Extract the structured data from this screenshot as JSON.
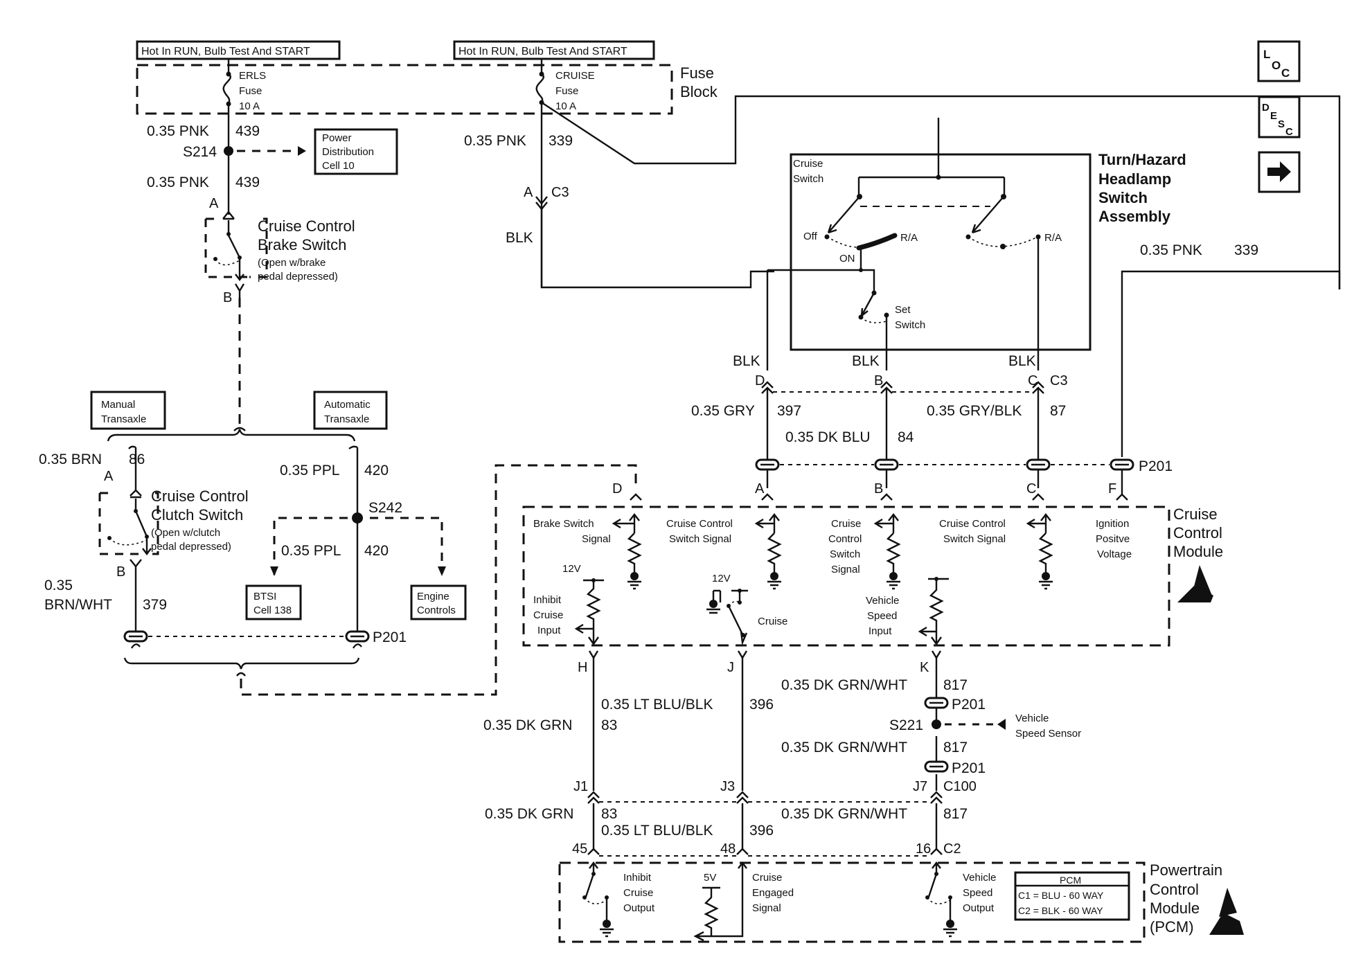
{
  "header": {
    "hot_label_left": "Hot In RUN, Bulb Test And START",
    "hot_label_right": "Hot In RUN, Bulb Test And START"
  },
  "nav_buttons": [
    {
      "name": "loc",
      "label_main": "L",
      "label_sub1": "O",
      "label_sub2": "C"
    },
    {
      "name": "desc",
      "label_main": "D",
      "label_sub1": "E",
      "label_sub2": "S",
      "label_sub3": "C"
    },
    {
      "name": "next",
      "icon": "right-arrow-icon"
    }
  ],
  "fuse_block": {
    "title_line1": "Fuse",
    "title_line2": "Block",
    "erls_fuse": {
      "line1": "ERLS",
      "line2": "Fuse",
      "line3": "10 A"
    },
    "cruise_fuse": {
      "line1": "CRUISE",
      "line2": "Fuse",
      "line3": "10 A"
    }
  },
  "left_branch": {
    "wire1": {
      "gauge_color": "0.35 PNK",
      "circuit": "439"
    },
    "splice": "S214",
    "power_dist": {
      "line1": "Power",
      "line2": "Distribution",
      "line3": "Cell 10"
    },
    "wire2": {
      "gauge_color": "0.35 PNK",
      "circuit": "439"
    },
    "pin_a": "A",
    "pin_b": "B",
    "brake_switch": {
      "line1": "Cruise Control",
      "line2": "Brake Switch",
      "line3": "(Open w/brake",
      "line4": "pedal depressed)"
    },
    "manual_transaxle": {
      "line1": "Manual",
      "line2": "Transaxle"
    },
    "automatic_transaxle": {
      "line1": "Automatic",
      "line2": "Transaxle"
    },
    "brn_wire": {
      "gauge_color": "0.35 BRN",
      "circuit": "86"
    },
    "clutch_pin_a": "A",
    "clutch_pin_b": "B",
    "clutch_switch": {
      "line1": "Cruise Control",
      "line2": "Clutch Switch",
      "line3": "(Open w/clutch",
      "line4": "pedal depressed)"
    },
    "brnwht_wire": {
      "gauge": "0.35",
      "color": "BRN/WHT",
      "circuit": "379"
    },
    "ppl_wire1": {
      "gauge_color": "0.35 PPL",
      "circuit": "420"
    },
    "splice_s242": "S242",
    "ppl_wire2": {
      "gauge_color": "0.35 PPL",
      "circuit": "420"
    },
    "btsi": {
      "line1": "BTSI",
      "line2": "Cell 138"
    },
    "engine_controls": {
      "line1": "Engine",
      "line2": "Controls"
    },
    "p201": "P201"
  },
  "middle_branch": {
    "wire": {
      "gauge_color": "0.35 PNK",
      "circuit": "339"
    },
    "pin_a": "A",
    "connector": "C3",
    "blk": "BLK"
  },
  "switch_assembly": {
    "title_line1": "Turn/Hazard",
    "title_line2": "Headlamp",
    "title_line3": "Switch",
    "title_line4": "Assembly",
    "cruise_switch_line1": "Cruise",
    "cruise_switch_line2": "Switch",
    "off": "Off",
    "on": "ON",
    "ra_left": "R/A",
    "ra_right": "R/A",
    "set_line1": "Set",
    "set_line2": "Switch",
    "pnk_wire": {
      "gauge_color": "0.35 PNK",
      "circuit": "339"
    }
  },
  "c3_connectors": {
    "blk_d": "BLK",
    "pin_d": "D",
    "blk_b": "BLK",
    "pin_b": "B",
    "blk_c": "BLK",
    "pin_c": "C",
    "connector": "C3"
  },
  "p201_wires": {
    "gry": {
      "gauge_color": "0.35 GRY",
      "circuit": "397"
    },
    "dkblu": {
      "gauge_color": "0.35 DK BLU",
      "circuit": "84"
    },
    "gryblk": {
      "gauge_color": "0.35 GRY/BLK",
      "circuit": "87"
    },
    "p201": "P201",
    "pins": [
      "D",
      "A",
      "B",
      "C",
      "F"
    ]
  },
  "cruise_module": {
    "title_line1": "Cruise",
    "title_line2": "Control",
    "title_line3": "Module",
    "brake_signal": {
      "line1": "Brake Switch",
      "line2": "Signal"
    },
    "cc_switch_signal_1": {
      "line1": "Cruise Control",
      "line2": "Switch Signal"
    },
    "cc_switch_signal_2": {
      "line1": "Cruise",
      "line2": "Control",
      "line3": "Switch",
      "line4": "Signal"
    },
    "cc_switch_signal_3": {
      "line1": "Cruise Control",
      "line2": "Switch Signal"
    },
    "ignition": {
      "line1": "Ignition",
      "line2": "Positve",
      "line3": "Voltage"
    },
    "v12_left": "12V",
    "v12_mid": "12V",
    "inhibit_input": {
      "line1": "Inhibit",
      "line2": "Cruise",
      "line3": "Input"
    },
    "cruise": "Cruise",
    "vss_input": {
      "line1": "Vehicle",
      "line2": "Speed",
      "line3": "Input"
    },
    "pins_bottom": [
      "H",
      "J",
      "K"
    ]
  },
  "lower_wires": {
    "dkgrnwht_1": {
      "gauge_color": "0.35 DK GRN/WHT",
      "circuit": "817"
    },
    "p201_a": "P201",
    "ltblublk_1": {
      "gauge_color": "0.35 LT BLU/BLK",
      "circuit": "396"
    },
    "dkgrn_1": {
      "gauge_color": "0.35 DK GRN",
      "circuit": "83"
    },
    "splice_s221": "S221",
    "vss": {
      "line1": "Vehicle",
      "line2": "Speed Sensor"
    },
    "dkgrnwht_2": {
      "gauge_color": "0.35 DK GRN/WHT",
      "circuit": "817"
    },
    "p201_b": "P201",
    "c100_pins": [
      "J1",
      "J3",
      "J7"
    ],
    "c100": "C100",
    "dkgrn_2": {
      "gauge_color": "0.35 DK GRN",
      "circuit": "83"
    },
    "ltblublk_2": {
      "gauge_color": "0.35 LT BLU/BLK",
      "circuit": "396"
    },
    "dkgrnwht_3": {
      "gauge_color": "0.35 DK GRN/WHT",
      "circuit": "817"
    },
    "c2_pins": [
      "45",
      "48",
      "16"
    ],
    "c2": "C2"
  },
  "pcm": {
    "title_line1": "Powertrain",
    "title_line2": "Control",
    "title_line3": "Module",
    "title_line4": "(PCM)",
    "inhibit_output": {
      "line1": "Inhibit",
      "line2": "Cruise",
      "line3": "Output"
    },
    "v5": "5V",
    "engaged": {
      "line1": "Cruise",
      "line2": "Engaged",
      "line3": "Signal"
    },
    "vss_output": {
      "line1": "Vehicle",
      "line2": "Speed",
      "line3": "Output"
    },
    "legend_title": "PCM",
    "legend_c1": "C1 = BLU  - 60 WAY",
    "legend_c2": "C2 = BLK  - 60 WAY"
  }
}
